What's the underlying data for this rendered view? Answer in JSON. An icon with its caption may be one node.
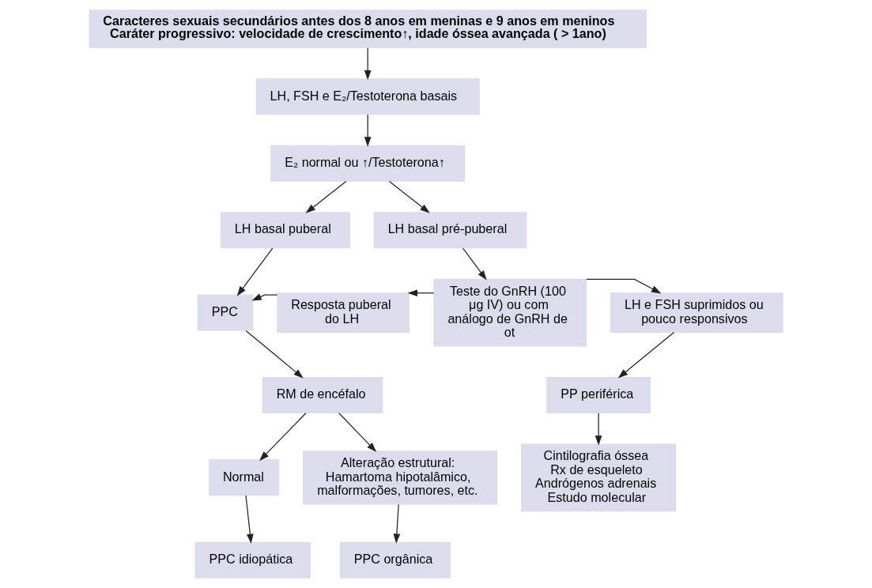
{
  "diagram": {
    "nodes": [
      {
        "text": [
          "Caracteres sexuais secundários antes dos 8 anos em meninas e 9 anos em meninos",
          "Caráter progressivo: velocidade de crescimento↑, idade óssea avançada ( > 1ano)"
        ]
      },
      {
        "text": [
          "LH, FSH e E₂/Testoterona basais"
        ]
      },
      {
        "text": [
          "E₂ normal ou ↑/Testoterona↑"
        ]
      },
      {
        "text": [
          "LH basal puberal"
        ]
      },
      {
        "text": [
          "LH basal pré-puberal"
        ]
      },
      {
        "text": [
          "PPC"
        ]
      },
      {
        "text": [
          "Resposta puberal do LH"
        ]
      },
      {
        "text": [
          "Teste do GnRH (100 μg IV) ou com análogo de GnRH de ot"
        ]
      },
      {
        "text": [
          "LH e FSH suprimidos ou pouco responsivos"
        ]
      },
      {
        "text": [
          "RM de encéfalo"
        ]
      },
      {
        "text": [
          "Normal"
        ]
      },
      {
        "text": [
          "Alteração estrutural: Hamartoma hipotalâmico, malformações, tumores, etc."
        ]
      },
      {
        "text": [
          "PP periférica"
        ]
      },
      {
        "text": [
          "PPC idiopática"
        ]
      },
      {
        "text": [
          "PPC orgânica"
        ]
      },
      {
        "text": [
          "Cintilografia óssea",
          "Rx de esqueleto",
          "Andrógenos adrenais",
          "Estudo molecular"
        ]
      }
    ],
    "edges": [
      {
        "from": 0,
        "to": 1,
        "arrow": "to"
      },
      {
        "from": 1,
        "to": 2,
        "arrow": "to"
      },
      {
        "from": 2,
        "to": 3,
        "arrow": "to"
      },
      {
        "from": 2,
        "to": 4,
        "arrow": "to"
      },
      {
        "from": 3,
        "to": 5,
        "arrow": "to"
      },
      {
        "from": 4,
        "to": 7,
        "arrow": "to"
      },
      {
        "from": 7,
        "to": 6,
        "arrow": "to"
      },
      {
        "from": 6,
        "to": 5,
        "arrow": "to"
      },
      {
        "from": 7,
        "to": 8,
        "arrow": "to"
      },
      {
        "from": 5,
        "to": 9,
        "arrow": "to"
      },
      {
        "from": 9,
        "to": 10,
        "arrow": "to"
      },
      {
        "from": 9,
        "to": 11,
        "arrow": "to"
      },
      {
        "from": 10,
        "to": 13,
        "arrow": "to"
      },
      {
        "from": 11,
        "to": 14,
        "arrow": "to"
      },
      {
        "from": 8,
        "to": 12,
        "arrow": "to"
      },
      {
        "from": 12,
        "to": 15,
        "arrow": "to"
      }
    ]
  }
}
